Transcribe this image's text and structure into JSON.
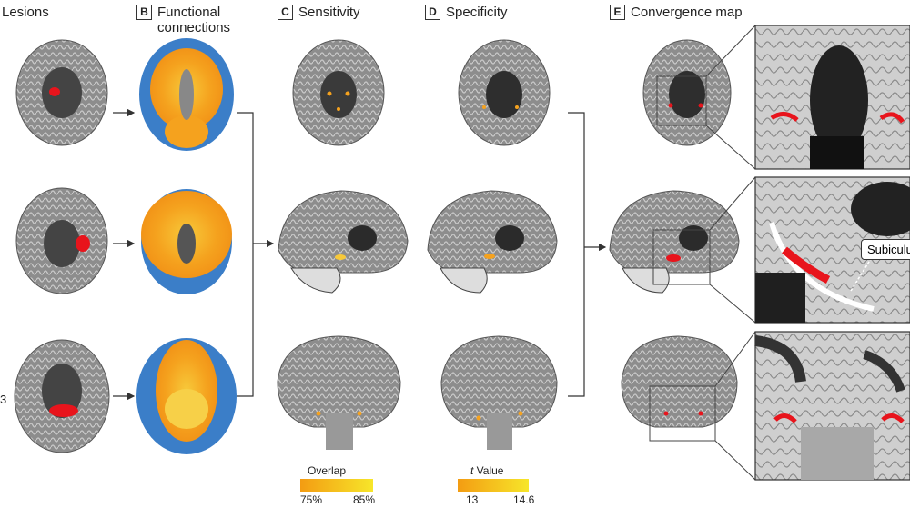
{
  "panels": [
    {
      "id": "",
      "title": "Lesions"
    },
    {
      "id": "B",
      "title": "Functional",
      "title2": "connections"
    },
    {
      "id": "C",
      "title": "Sensitivity"
    },
    {
      "id": "D",
      "title": "Specificity"
    },
    {
      "id": "E",
      "title": "Convergence map"
    }
  ],
  "row_markers": [
    "",
    "",
    "3"
  ],
  "legends": {
    "overlap": {
      "title": "Overlap",
      "min": "75%",
      "max": "85%"
    },
    "tvalue": {
      "title_italic": "t",
      "title_rest": " Value",
      "min": "13",
      "max": "14.6"
    }
  },
  "callout": "Subiculu",
  "colors": {
    "lesion": "#e8141c",
    "positive_conn": "#f5a21e",
    "negative_conn": "#3b7ec8",
    "overlap_low": "#f39c12",
    "overlap_high": "#f7e62a"
  }
}
